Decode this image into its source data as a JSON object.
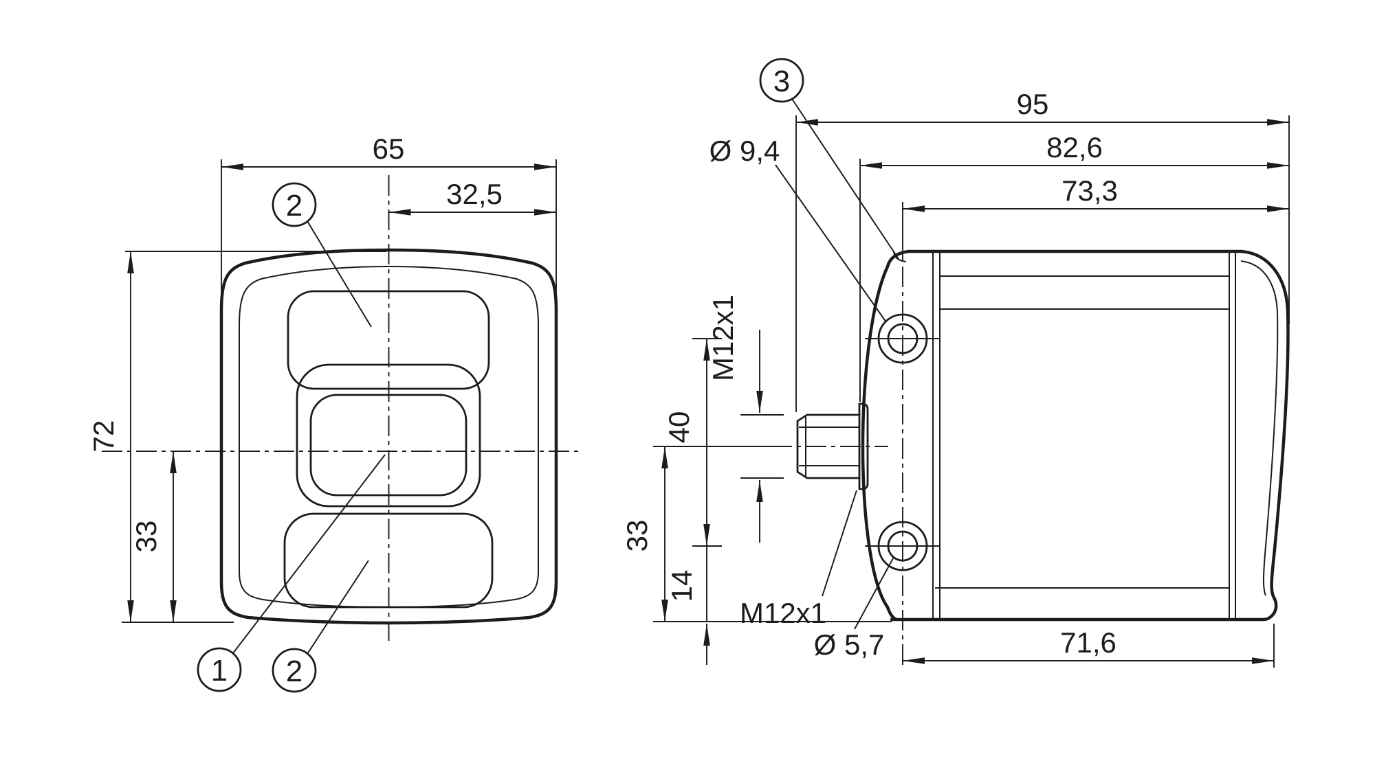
{
  "colors": {
    "background": "#ffffff",
    "line": "#1c1c1c"
  },
  "front_view": {
    "dim_width": "65",
    "dim_half_width": "32,5",
    "dim_height": "72",
    "dim_center_to_bottom": "33",
    "callout_top_window": "2",
    "callout_lens": "1",
    "callout_bottom_window": "2"
  },
  "side_view": {
    "dim_total_depth": "95",
    "dim_to_connector_flange": "82,6",
    "dim_to_mounting_hole_axis": "73,3",
    "dim_mounting_hole_spacing": "40",
    "dim_connector_axis_to_bottom": "33",
    "dim_hole_center_to_bottom": "14",
    "dim_bottom_depth": "71,6",
    "label_counterbore_diameter": "Ø 9,4",
    "label_through_hole_diameter": "Ø 5,7",
    "label_connector_thread_side": "M12x1",
    "label_connector_thread_bottom": "M12x1",
    "callout_corner_feature": "3"
  }
}
